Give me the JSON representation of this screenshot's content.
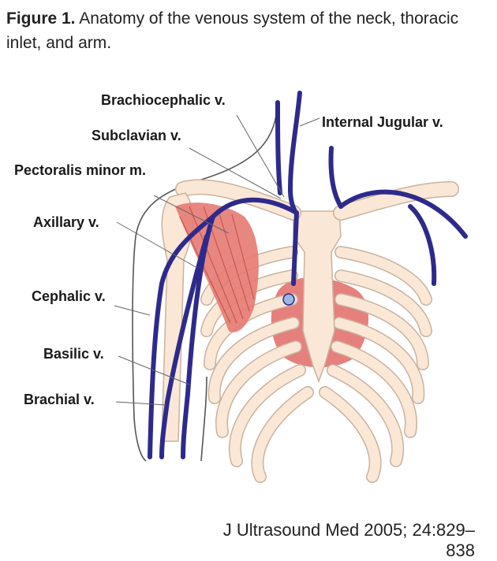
{
  "caption": {
    "figure_label": "Figure 1.",
    "text": "Anatomy of the venous system of the neck, thoracic inlet, and arm."
  },
  "labels": {
    "brachiocephalic": "Brachiocephalic v.",
    "subclavian": "Subclavian v.",
    "pectoralis_minor": "Pectoralis minor m.",
    "axillary": "Axillary v.",
    "cephalic": "Cephalic v.",
    "basilic": "Basilic v.",
    "brachial": "Brachial v.",
    "internal_jugular": "Internal Jugular v."
  },
  "colors": {
    "vein": "#2e2a8c",
    "bone": "#fbe7d6",
    "bone_outline": "#c9b39e",
    "muscle": "#e57a72",
    "heart": "#e26a66",
    "outline": "#555555"
  },
  "credit": "J Ultrasound Med 2005; 24:829–838"
}
